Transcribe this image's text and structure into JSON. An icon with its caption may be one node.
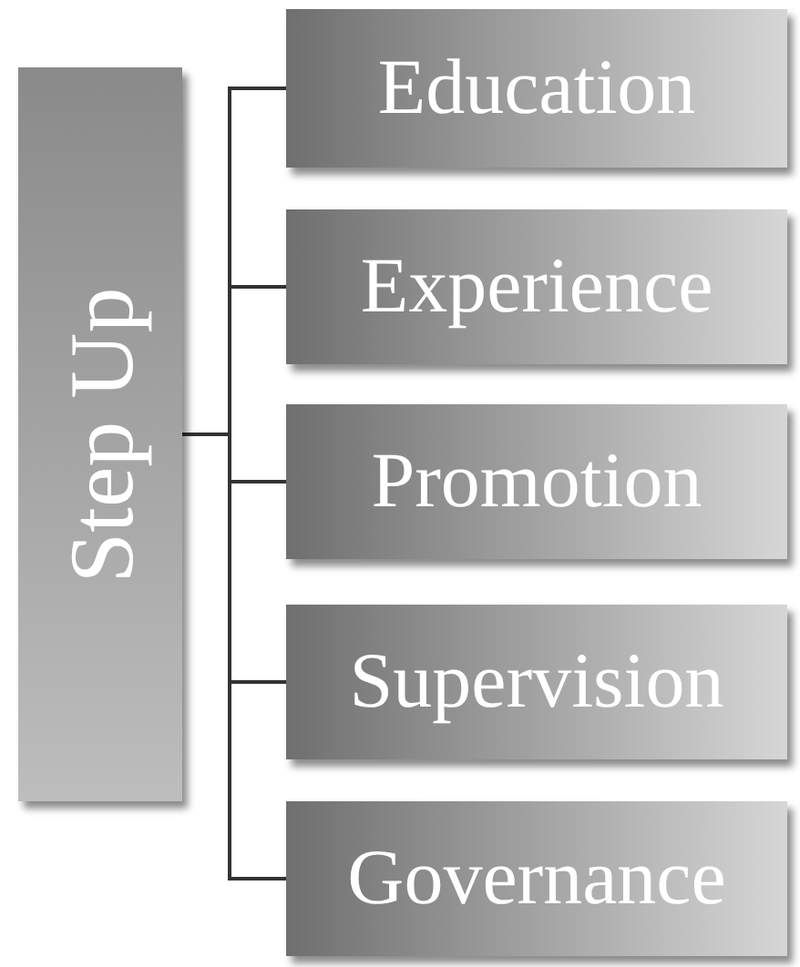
{
  "diagram": {
    "nodes": [
      {
        "text": [
          "Step Up"
        ]
      },
      {
        "text": [
          "Education"
        ]
      },
      {
        "text": [
          "Experience"
        ]
      },
      {
        "text": [
          "Promotion"
        ]
      },
      {
        "text": [
          "Supervision"
        ]
      },
      {
        "text": [
          "Governance"
        ]
      }
    ],
    "edges": [
      {
        "from": 0,
        "to": 1,
        "arrow": "none"
      },
      {
        "from": 0,
        "to": 2,
        "arrow": "none"
      },
      {
        "from": 0,
        "to": 3,
        "arrow": "none"
      },
      {
        "from": 0,
        "to": 4,
        "arrow": "none"
      },
      {
        "from": 0,
        "to": 5,
        "arrow": "none"
      }
    ]
  }
}
